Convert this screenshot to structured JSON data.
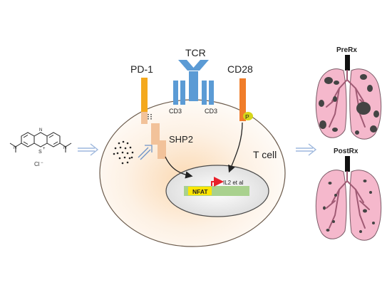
{
  "labels": {
    "molecule_counterion": "Cl",
    "molecule_sulfur": "S",
    "molecule_charge": "+",
    "tcr": "TCR",
    "pd1": "PD-1",
    "cd28": "CD28",
    "cd3_left": "CD3",
    "cd3_right": "CD3",
    "shp2": "SHP2",
    "p": "P",
    "nfat": "NFAT",
    "il2": "IL2 et al",
    "tcell": "T cell",
    "pre_rx": "PreRx",
    "post_rx": "PostRx"
  },
  "colors": {
    "tcr_blue": "#5b9bd5",
    "pd1_orange": "#f4a91e",
    "cd28_orange": "#f07d2a",
    "shp2_tan": "#f2c29a",
    "nfat_yellow": "#ffe600",
    "nucleus_green": "#a9d18e",
    "lung_pink": "#f5b8cc",
    "arrow_blue": "#9db7dd",
    "promoter_red": "#e8202a",
    "p_yellow": "#d6d61a"
  },
  "icons": {
    "hollow_arrow": "double-line right arrow",
    "lung": "pair of lungs with trachea"
  }
}
